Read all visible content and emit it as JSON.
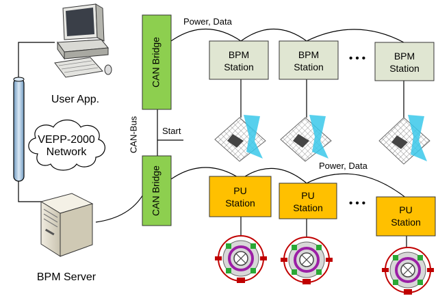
{
  "labels": {
    "power_data_top": "Power, Data",
    "power_data_bottom": "Power, Data",
    "can_bridge_top": "CAN Bridge",
    "can_bridge_bottom": "CAN Bridge",
    "can_bus": "CAN-Bus",
    "start": "Start",
    "user_app": "User App.",
    "network_line1": "VEPP-2000",
    "network_line2": "Network",
    "bpm_server": "BPM Server",
    "ellipsis_top": "• • •",
    "ellipsis_bottom": "• • •"
  },
  "bpm_stations": [
    {
      "line1": "BPM",
      "line2": "Station"
    },
    {
      "line1": "BPM",
      "line2": "Station"
    },
    {
      "line1": "BPM",
      "line2": "Station"
    }
  ],
  "pu_stations": [
    {
      "line1": "PU",
      "line2": "Station"
    },
    {
      "line1": "PU",
      "line2": "Station"
    },
    {
      "line1": "PU",
      "line2": "Station"
    }
  ],
  "colors": {
    "can_bridge": "#8dcf4f",
    "bpm_station": "#e0e6d2",
    "pu_station": "#ffc000",
    "network_pipe": "#b7d3e8"
  }
}
